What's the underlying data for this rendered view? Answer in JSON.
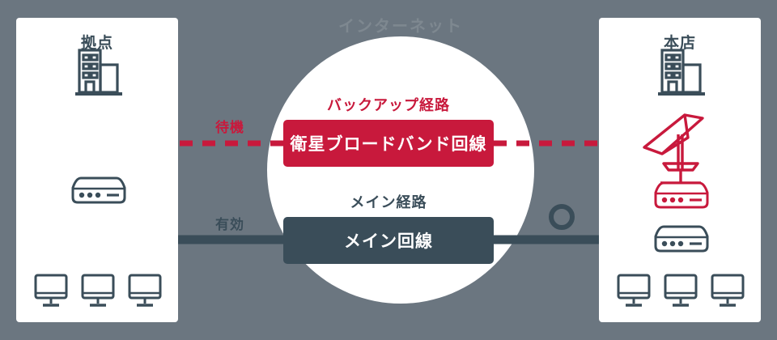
{
  "diagram": {
    "title_hidden": "",
    "background_color": "#6b7680",
    "accent_red": "#c8193c",
    "accent_slate": "#3a4d59"
  },
  "cloud": {
    "label": "インターネット"
  },
  "left_site": {
    "title": "拠点",
    "icons": {
      "building": "building-icon",
      "router": "router-icon",
      "pc": "monitor-icon"
    },
    "pc_count": 3
  },
  "right_site": {
    "title": "本店",
    "icons": {
      "building": "building-icon",
      "satellite_dish": "satellite-dish-icon",
      "router_backup": "router-icon",
      "router_main": "router-icon",
      "pc": "monitor-icon"
    },
    "pc_count": 3
  },
  "routes": {
    "backup": {
      "caption": "バックアップ経路",
      "box_label": "衛星ブロードバンド回線",
      "state_label": "待機",
      "color": "#c8193c",
      "line_style": "dashed"
    },
    "main": {
      "caption": "メイン経路",
      "box_label": "メイン回線",
      "state_label": "有効",
      "color": "#3a4d59",
      "line_style": "solid"
    }
  },
  "markers": {
    "ring": "ring-marker-icon"
  }
}
